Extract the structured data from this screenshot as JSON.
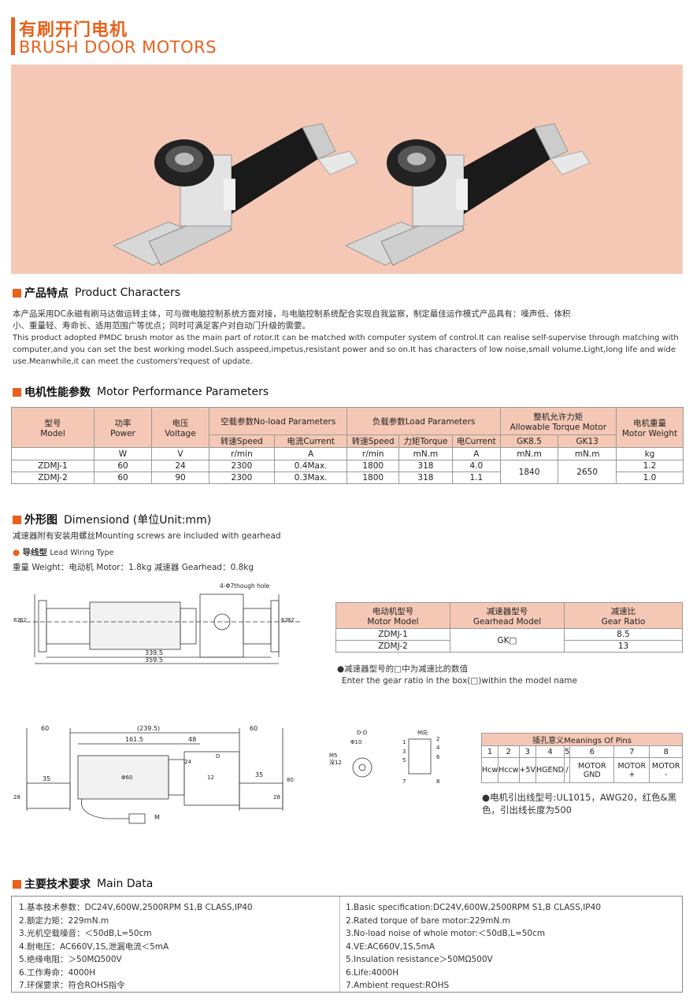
{
  "header": {
    "title_cn": "有刷开门电机",
    "title_en": "BRUSH DOOR MOTORS"
  },
  "sections": {
    "product": {
      "cn": "产品特点",
      "en": "Product Characters"
    },
    "performance": {
      "cn": "电机性能参数",
      "en": "Motor Performance Parameters"
    },
    "dimension": {
      "cn": "外形图",
      "en": "Dimensiond (单位Unit:mm)"
    },
    "main": {
      "cn": "主要技术要求",
      "en": "Main Data"
    }
  },
  "product": {
    "cn_1": "本产品采用DC永磁有刷马达做运转主体，可与微电脑控制系统方面对接，与电脑控制系统配合实现自我监察，制定最佳运作模式产品具有：噪声低、体积",
    "cn_2": "小、重量轻、寿命长、适用范围广等优点；同时可满足客户对自动门升级的需要。",
    "en_1": "This product adopted PMDC brush motor as the main part of rotor.It can be matched with computer system of control.It can realise self-supervise through matching with",
    "en_2": "computer,and you can set the best working model.Such asspeed,impetus,resistant power and so on.It has characters of low noise,small volume.Light,long life and wide",
    "en_3": "use.Meanwhile,it can meet the customers'request of update."
  },
  "perf": {
    "model": [
      "型号",
      "Model"
    ],
    "power": [
      "功率",
      "Power"
    ],
    "voltage": [
      "电压",
      "Voltage"
    ],
    "noload": "空载参数No-load Parameters",
    "load": "负载参数Load Parameters",
    "allow": [
      "整机允许力矩",
      "Allowable Torque Motor"
    ],
    "weight": [
      "电机重量",
      "Motor Weight"
    ],
    "sub": [
      "转速Speed",
      "电流Current",
      "转速Speed",
      "力矩Torque",
      "电Current",
      "GK8.5",
      "GK13"
    ],
    "units": [
      "W",
      "V",
      "r/min",
      "A",
      "r/min",
      "mN.m",
      "A",
      "mN.m",
      "mN.m",
      "kg"
    ],
    "rows": [
      [
        "ZDMJ-1",
        "60",
        "24",
        "2300",
        "0.4Max.",
        "1800",
        "318",
        "4.0",
        "1.2"
      ],
      [
        "ZDMJ-2",
        "60",
        "90",
        "2300",
        "0.3Max.",
        "1800",
        "318",
        "1.1",
        "1.0"
      ]
    ],
    "gk85": "1840",
    "gk13": "2650"
  },
  "dim": {
    "note": "减速器附有安装用螺丝Mounting screws are included with gearhead",
    "type": "导线型",
    "type_en": "Lead Wiring Type",
    "weight": "重量 Weight：电动机 Motor：1.8kg   减速器 Gearhead：0.8kg",
    "hole": "4-Φ7though hole",
    "d1": "339.5",
    "d2": "359.5",
    "d_h1": "82",
    "d_h2": "62",
    "d_60a": "60",
    "d_239": "(239.5)",
    "d_60b": "60",
    "d_161": "161.5",
    "d_48": "48",
    "d_35a": "35",
    "d_35b": "35",
    "d_28a": "28",
    "d_28b": "28",
    "d_80": "80",
    "d_phi60": "Φ60",
    "d_24": "24",
    "d_12": "12",
    "d_D": "D",
    "d_M": "M",
    "dd": "D-D",
    "phi10": "Φ10",
    "m5": "M5",
    "depth": "深12",
    "mdir": "M向",
    "pin_nums": [
      "1",
      "2",
      "3",
      "4",
      "5",
      "6",
      "7",
      "8"
    ]
  },
  "gear": {
    "h1": [
      "电动机型号",
      "Motor Model"
    ],
    "h2": [
      "减速器型号",
      "Gearhead Model"
    ],
    "h3": [
      "减速比",
      "Gear Ratio"
    ],
    "m1": "ZDMJ-1",
    "m2": "ZDMJ-2",
    "gk": "GK□",
    "r1": "8.5",
    "r2": "13",
    "note_cn": "●减速器型号的□中为减速比的数值",
    "note_en": "Enter the gear ratio in the box(□)within the model name"
  },
  "pins": {
    "title": "插孔意义Meanings Of Pins",
    "nums": [
      "1",
      "2",
      "3",
      "4",
      "5",
      "6",
      "7",
      "8"
    ],
    "labels": [
      "Hcw",
      "Hccw",
      "+5V",
      "HGEND",
      "/",
      "MOTOR GND",
      "MOTOR +",
      "MOTOR -"
    ],
    "note_1": "●电机引出线型号:UL1015，AWG20，红色&黑",
    "note_2": "色，引出线长度为500"
  },
  "main": {
    "cn": [
      "1.基本技术参数：DC24V,600W,2500RPM S1,B CLASS,IP40",
      "2.额定力矩：229mN.m",
      "3.光机空载噪音：＜50dB,L=50cm",
      "4.耐电压：AC660V,1S,泄漏电流＜5mA",
      "5.绝缘电阻：＞50MΩ500V",
      "6.工作寿命：4000H",
      "7.环保要求：符合ROHS指令"
    ],
    "en": [
      "1.Basic specification:DC24V,600W,2500RPM S1,B CLASS,IP40",
      "2.Rated torque of bare motor:229mN.m",
      "3.No-load noise of whole motor:＜50dB,L=50cm",
      "4.VE:AC660V,1S,5mA",
      "5.Insulation resistance＞50MΩ500V",
      "6.Life:4000H",
      "7.Ambient request:ROHS"
    ]
  }
}
